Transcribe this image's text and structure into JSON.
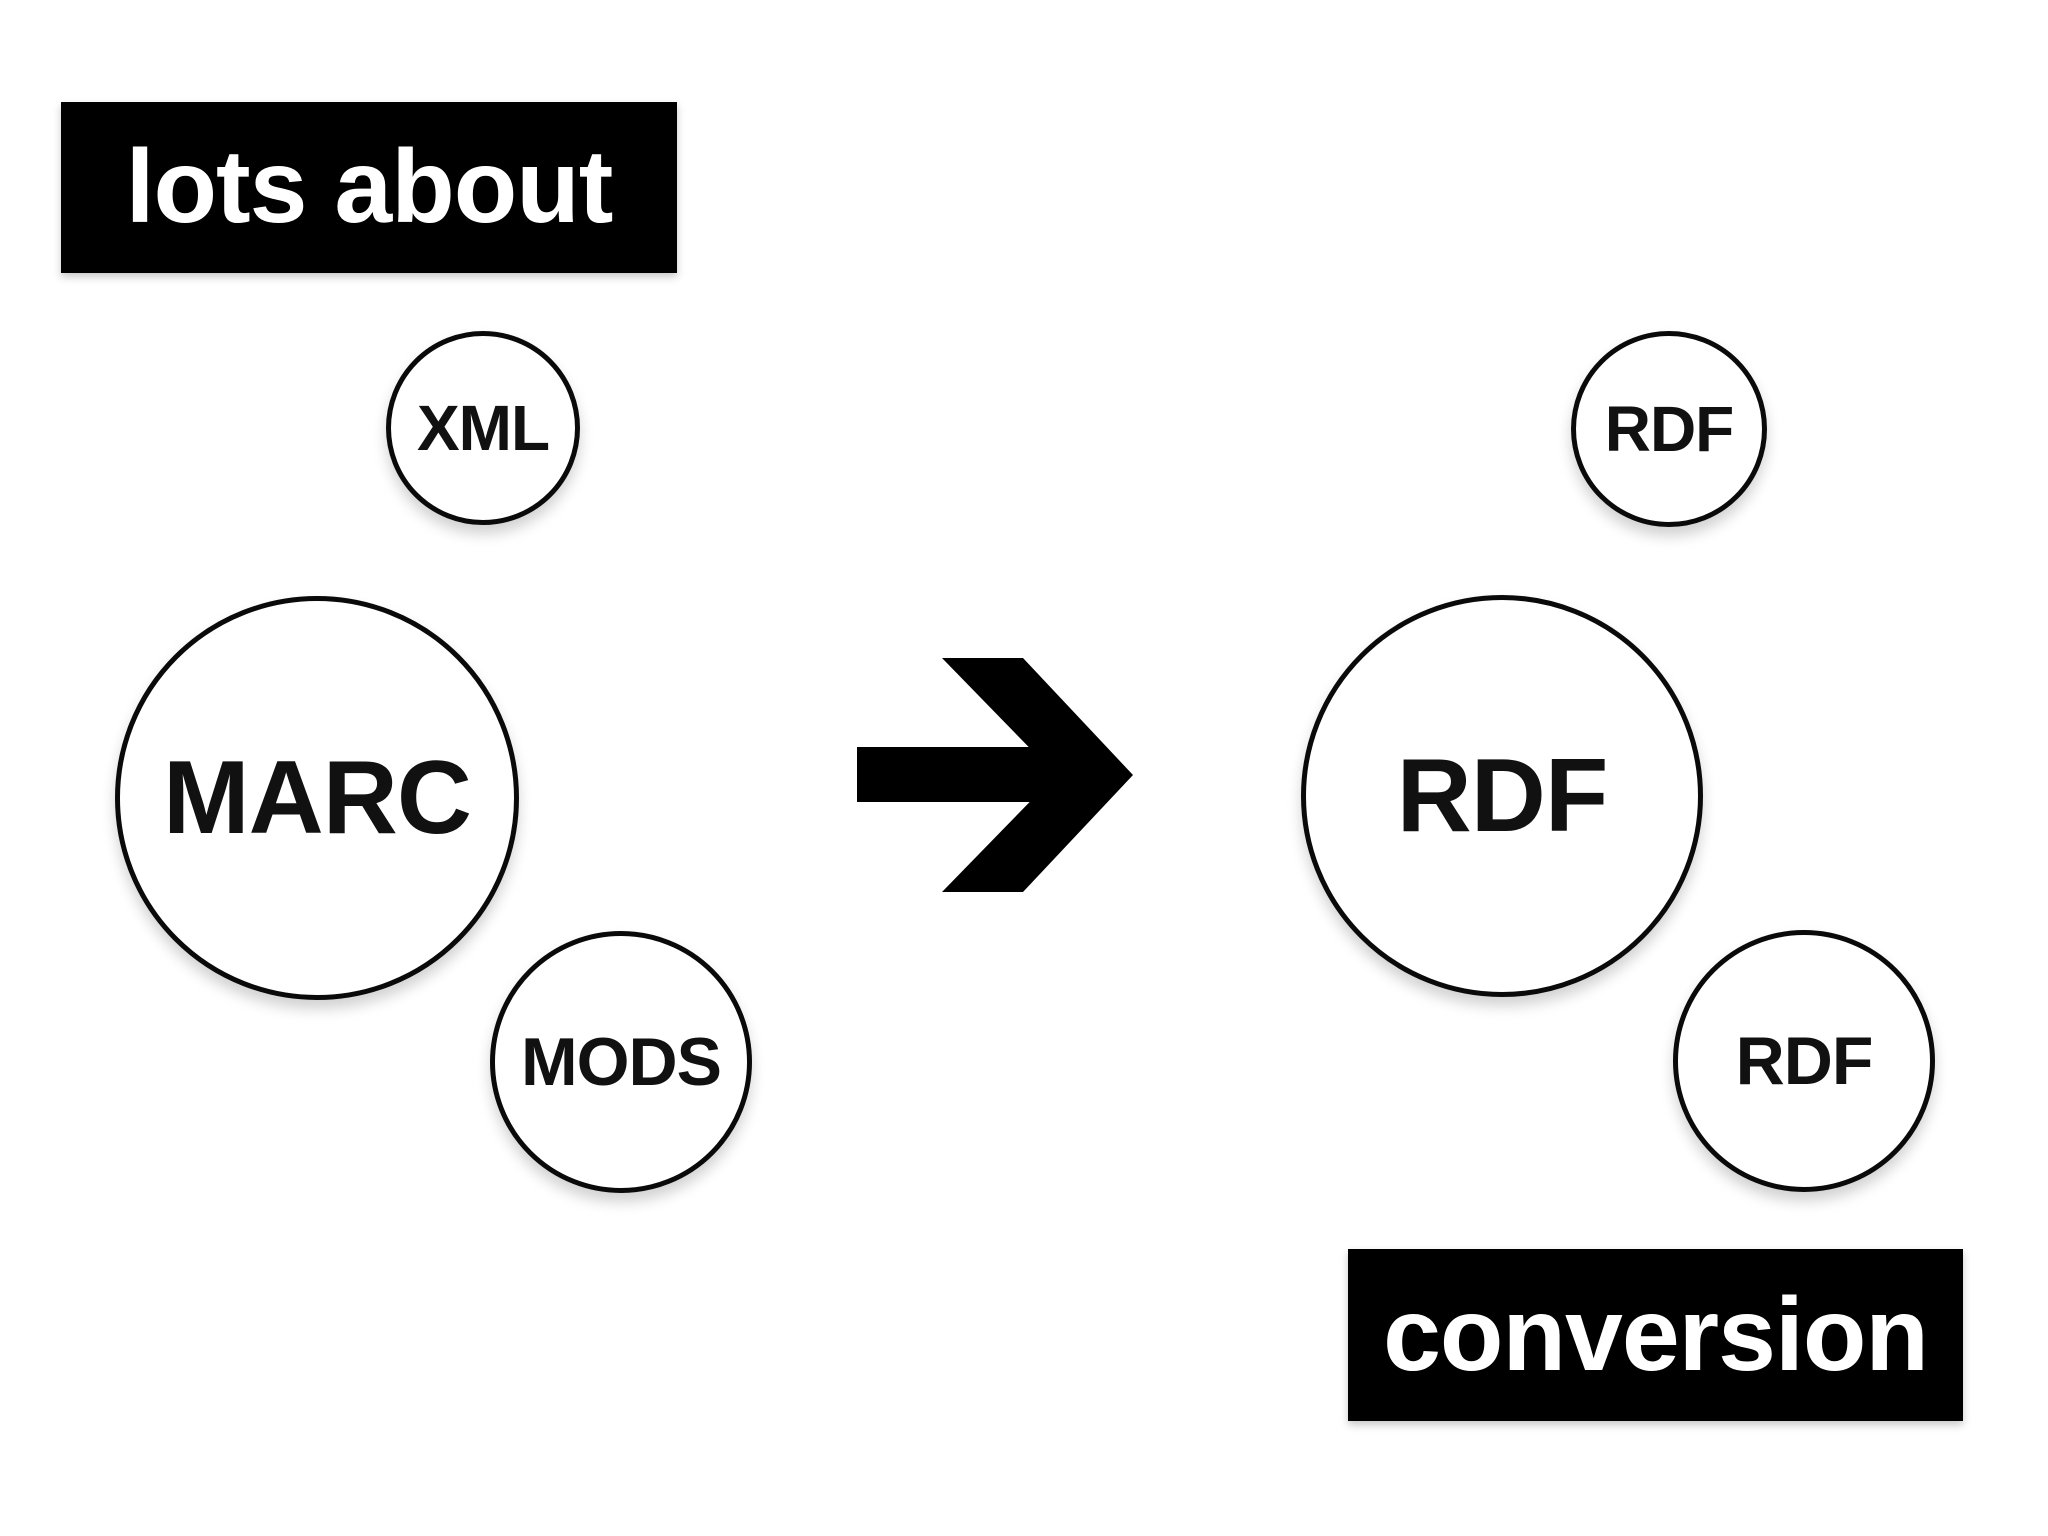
{
  "slide": {
    "background": "#ffffff",
    "labels": {
      "top_left": "lots about",
      "bottom_right": "conversion"
    },
    "left_group": {
      "items": [
        {
          "id": "xml",
          "label": "XML",
          "size": "small"
        },
        {
          "id": "marc",
          "label": "MARC",
          "size": "large"
        },
        {
          "id": "mods",
          "label": "MODS",
          "size": "medium"
        }
      ]
    },
    "right_group": {
      "items": [
        {
          "id": "rdf-top",
          "label": "RDF",
          "size": "small"
        },
        {
          "id": "rdf-main",
          "label": "RDF",
          "size": "large"
        },
        {
          "id": "rdf-bottom",
          "label": "RDF",
          "size": "medium"
        }
      ]
    },
    "arrow": {
      "direction": "right",
      "color": "#000000"
    },
    "colors": {
      "box_background": "#000000",
      "box_text": "#ffffff",
      "circle_fill": "#ffffff",
      "circle_stroke": "#0a0a0a",
      "circle_text": "#111111"
    }
  }
}
